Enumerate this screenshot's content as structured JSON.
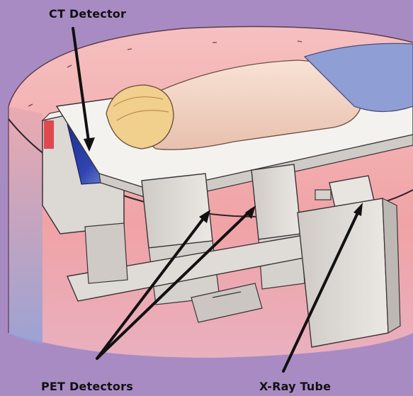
{
  "labels": {
    "ct_detector": "CT Detector",
    "pet_detectors": "PET Detectors",
    "xray_tube": "X-Ray Tube"
  },
  "colors": {
    "background": "#a98bc4",
    "gantry": "#f2a9ab",
    "ct_detector_panel": "#2d3a9c",
    "machinery": "#d9d6d2",
    "blanket": "#8f9fd6",
    "arrows": "#111111"
  },
  "icons": {
    "scanner": "pet-ct-scanner-illustration"
  }
}
